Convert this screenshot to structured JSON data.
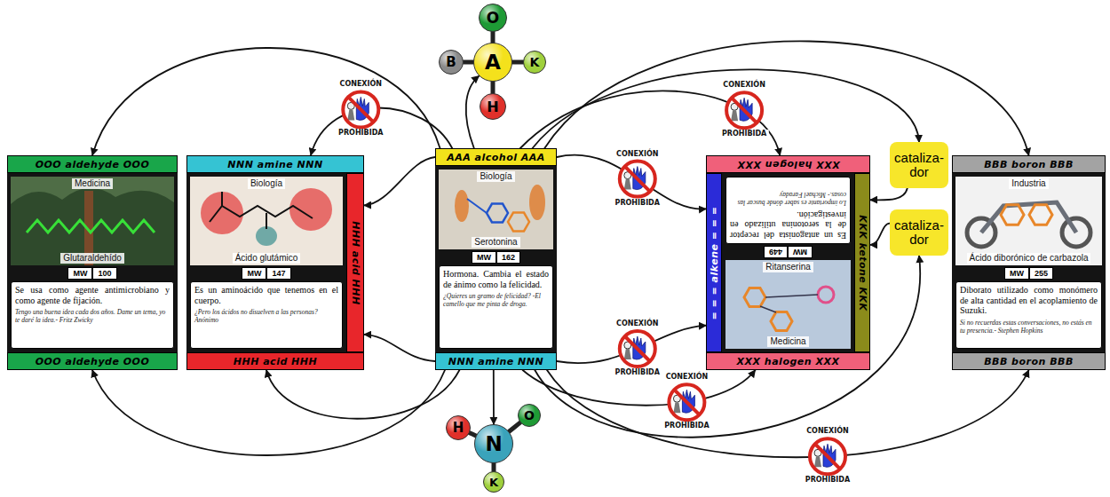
{
  "diagram": {
    "nodes": [
      {
        "text": [
          "Medicina",
          "Glutaraldehído",
          "MW",
          "100",
          "Se usa como agente antimicrobiano y como agente de fijación.",
          "Tengo una buena idea cada dos años. Dame un tema, yo te daré la idea.- Fritz Zwicky"
        ]
      },
      {
        "text": [
          "OOO aldehyde OOO"
        ],
        "in": 0
      },
      {
        "text": [
          "OOO aldehyde OOO"
        ],
        "in": 0
      },
      {
        "text": [
          "Biología",
          "Ácido glutámico",
          "MW",
          "147",
          "Es un aminoácido que tenemos en el cuerpo.",
          "¿Pero los ácidos no disuelven a las personas? Anónimo"
        ]
      },
      {
        "text": [
          "NNN amine NNN"
        ],
        "in": 3
      },
      {
        "text": [
          "HHH acid HHH"
        ],
        "in": 3
      },
      {
        "text": [
          "HHH acid HHH"
        ],
        "in": 3
      },
      {
        "text": [
          "Biología",
          "Serotonina",
          "MW",
          "162",
          "Hormona. Cambia el estado de ánimo como la felicidad.",
          "¿Quieres un gramo de felicidad? -El camello que me pinta de droga."
        ]
      },
      {
        "text": [
          "AAA alcohol AAA"
        ],
        "in": 7
      },
      {
        "text": [
          "NNN amine NNN"
        ],
        "in": 7
      },
      {
        "text": [
          "Es un antagonista del receptor de la serotonina utilizado en investigación.",
          "Lo importante es saber dónde buscar las cosas.- Michael Faraday",
          "MW",
          "449",
          "Ritanserina",
          "Medicina"
        ]
      },
      {
        "text": [
          "XXX halogen XXX"
        ],
        "in": 10
      },
      {
        "text": [
          "= = = alkene = = ="
        ],
        "in": 10
      },
      {
        "text": [
          "KKK ketone KKK"
        ],
        "in": 10
      },
      {
        "text": [
          "XXX halogen XXX"
        ],
        "in": 10
      },
      {
        "text": [
          "Industria",
          "Ácido diborónico de carbazola",
          "MW",
          "255",
          "Diborato utilizado como monómero de alta cantidad en el acoplamiento de Suzuki.",
          "Si no recuerdas estas conversaciones, no estás en tu presencia.- Stephen Hopkins"
        ]
      },
      {
        "text": [
          "BBB boron BBB"
        ],
        "in": 15
      },
      {
        "text": [
          "BBB boron BBB"
        ],
        "in": 15
      },
      {
        "text": [
          "cataliza- dor"
        ]
      },
      {
        "text": [
          "cataliza- dor"
        ]
      },
      {
        "text": [
          "A"
        ]
      },
      {
        "text": [
          "O"
        ]
      },
      {
        "text": [
          "B"
        ]
      },
      {
        "text": [
          "K"
        ]
      },
      {
        "text": [
          "H"
        ]
      },
      {
        "text": [
          "N"
        ]
      },
      {
        "text": [
          "H"
        ]
      },
      {
        "text": [
          "O"
        ]
      },
      {
        "text": [
          "K"
        ]
      }
    ],
    "edges": [
      {
        "from": 8,
        "to": 1,
        "arrow": "to"
      },
      {
        "from": 8,
        "to": 4,
        "arrow": "to"
      },
      {
        "from": 8,
        "to": 5,
        "arrow": "to"
      },
      {
        "from": 8,
        "to": 20,
        "arrow": "to"
      },
      {
        "from": 8,
        "to": 11,
        "arrow": "to"
      },
      {
        "from": 8,
        "to": 12,
        "arrow": "to"
      },
      {
        "from": 8,
        "to": 18,
        "arrow": "to"
      },
      {
        "from": 18,
        "to": 13,
        "arrow": "to"
      },
      {
        "from": 8,
        "to": 16,
        "arrow": "to"
      },
      {
        "from": 9,
        "to": 2,
        "arrow": "to"
      },
      {
        "from": 9,
        "to": 6,
        "arrow": "to"
      },
      {
        "from": 9,
        "to": 5,
        "arrow": "to"
      },
      {
        "from": 9,
        "to": 25,
        "arrow": "to"
      },
      {
        "from": 9,
        "to": 12,
        "arrow": "to"
      },
      {
        "from": 9,
        "to": 14,
        "arrow": "to"
      },
      {
        "from": 9,
        "to": 19,
        "arrow": "to"
      },
      {
        "from": 19,
        "to": 13,
        "arrow": "to"
      },
      {
        "from": 9,
        "to": 17,
        "arrow": "to"
      },
      {
        "from": 20,
        "to": 21,
        "arrow": "none"
      },
      {
        "from": 20,
        "to": 22,
        "arrow": "none"
      },
      {
        "from": 20,
        "to": 23,
        "arrow": "none"
      },
      {
        "from": 20,
        "to": 24,
        "arrow": "none"
      },
      {
        "from": 25,
        "to": 26,
        "arrow": "none"
      },
      {
        "from": 25,
        "to": 27,
        "arrow": "none"
      },
      {
        "from": 25,
        "to": 28,
        "arrow": "none"
      }
    ],
    "labels": [
      "CONEXIÓN",
      "PROHIBIDA",
      "CONEXIÓN",
      "PROHIBIDA",
      "CONEXIÓN",
      "PROHIBIDA",
      "CONEXIÓN",
      "PROHIBIDA",
      "CONEXIÓN",
      "PROHIBIDA",
      "CONEXIÓN",
      "PROHIBIDA"
    ]
  }
}
